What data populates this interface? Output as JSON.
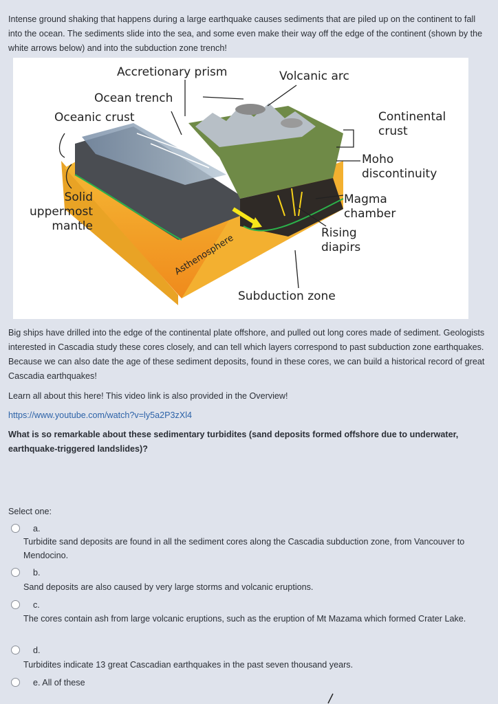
{
  "intro": "Intense ground shaking that happens during a large earthquake causes sediments that are piled up on the continent to fall into the ocean. The sediments slide into the sea, and some even make their way off the edge of the continent (shown by the white arrows below) and into the subduction zone trench!",
  "diagram": {
    "labels": {
      "accretionary_prism": "Accretionary prism",
      "volcanic_arc": "Volcanic arc",
      "ocean_trench": "Ocean trench",
      "oceanic_crust": "Oceanic crust",
      "continental_crust": "Continental crust",
      "moho": "Moho discontinuity",
      "solid_mantle": "Solid uppermost mantle",
      "magma_chamber": "Magma chamber",
      "rising_diapirs": "Rising diapirs",
      "asthenosphere": "Asthenosphere",
      "subduction_zone": "Subduction zone"
    }
  },
  "body_para": "Big ships have drilled into the edge of the continental plate offshore, and pulled out long cores made of sediment. Geologists interested in Cascadia study these cores closely, and can tell which layers correspond to past subduction zone earthquakes. Because we can also date the age of these sediment deposits, found in these cores, we can build a historical record of great Cascadia earthquakes!",
  "learn_more": "Learn all about this here! This video link is also provided in the Overview!",
  "video_link": "https://www.youtube.com/watch?v=ly5a2P3zXl4",
  "question": "What is so remarkable about these sedimentary turbidites (sand deposits formed offshore due to underwater, earthquake-triggered landslides)?",
  "select_prompt": "Select one:",
  "options": [
    {
      "letter": "a.",
      "text": "Turbidite sand deposits are found in all the sediment cores along the Cascadia subduction zone, from Vancouver to Mendocino."
    },
    {
      "letter": "b.",
      "text": "Sand deposits are also caused by very large storms and volcanic eruptions."
    },
    {
      "letter": "c.",
      "text": "The cores contain ash from large volcanic eruptions, such as the eruption of Mt Mazama which formed Crater Lake."
    },
    {
      "letter": "d.",
      "text": "Turbidites indicate 13 great Cascadian earthquakes in the past seven thousand years."
    },
    {
      "letter": "e. All of these",
      "text": ""
    }
  ],
  "colors": {
    "page_bg": "#dfe3ec",
    "link": "#2d63a8",
    "text": "#2b2f36"
  }
}
